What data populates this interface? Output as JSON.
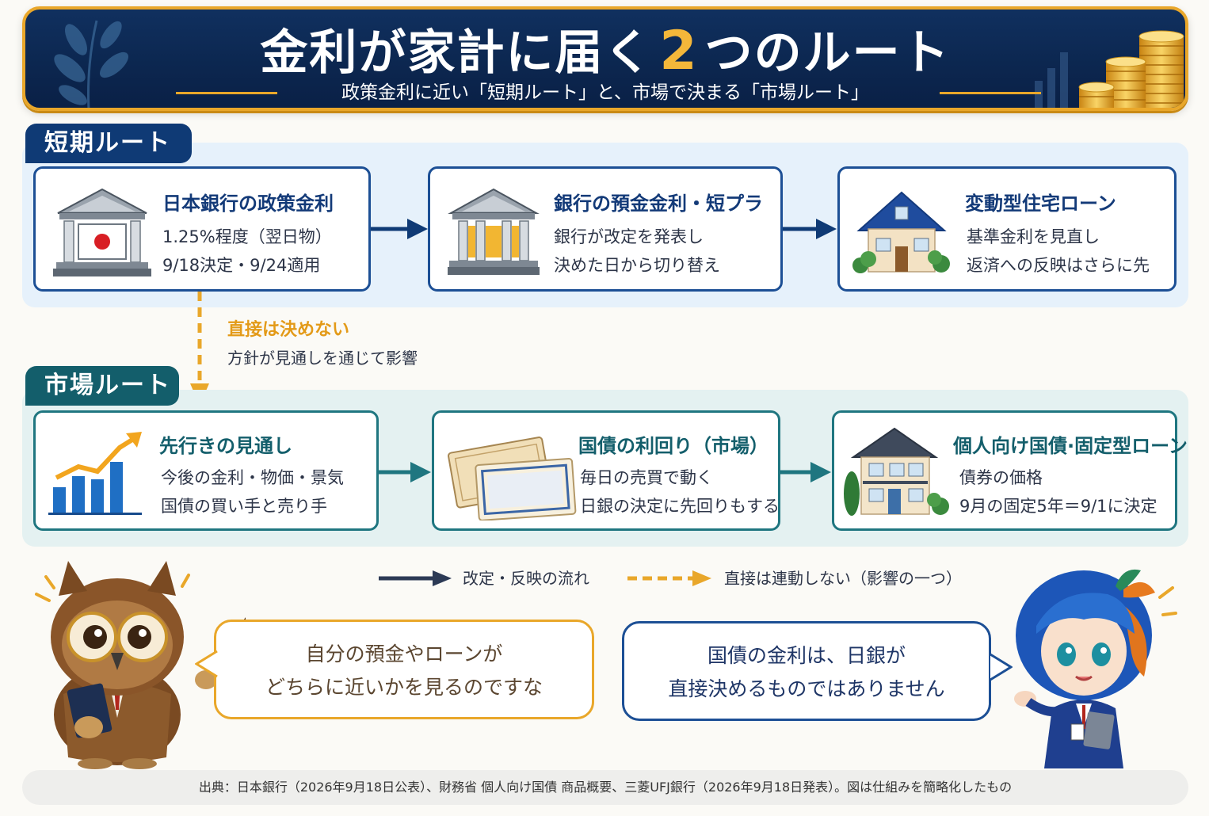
{
  "header": {
    "title_pre": "金利が家計に届く",
    "title_num": "2",
    "title_post": "つのルート",
    "subtitle": "政策金利に近い「短期ルート」と、市場で決まる「市場ルート」"
  },
  "short_route": {
    "label": "短期ルート",
    "cards": [
      {
        "title": "日本銀行の政策金利",
        "lines": [
          "1.25%程度（翌日物）",
          "9/18決定・9/24適用"
        ],
        "icon": "bank-japan-icon"
      },
      {
        "title": "銀行の預金金利・短プラ",
        "lines": [
          "銀行が改定を発表し",
          "決めた日から切り替え"
        ],
        "icon": "bank-icon"
      },
      {
        "title": "変動型住宅ローン",
        "lines": [
          "基準金利を見直し",
          "返済への反映はさらに先"
        ],
        "icon": "house-icon"
      }
    ]
  },
  "note": {
    "title": "直接は決めない",
    "text": "方針が見通しを通じて影響"
  },
  "market_route": {
    "label": "市場ルート",
    "cards": [
      {
        "title": "先行きの見通し",
        "lines": [
          "今後の金利・物価・景気",
          "国債の買い手と売り手"
        ],
        "icon": "growth-chart-icon"
      },
      {
        "title": "国債の利回り（市場）",
        "lines": [
          "毎日の売買で動く",
          "日銀の決定に先回りもする"
        ],
        "icon": "bond-certificate-icon"
      },
      {
        "title": "個人向け国債·固定型ローン",
        "lines": [
          "債券の価格",
          "9月の固定5年＝9/1に決定"
        ],
        "icon": "two-story-house-icon"
      }
    ]
  },
  "legend": {
    "solid": "改定・反映の流れ",
    "dashed": "直接は連動しない（影響の一つ）"
  },
  "bubbles": {
    "owl": [
      "自分の預金やローンが",
      "どちらに近いかを見るのですな"
    ],
    "girl": [
      "国債の金利は、日銀が",
      "直接決めるものではありません"
    ]
  },
  "footer": "出典：日本銀行（2026年9月18日公表）、財務省 個人向け国債 商品概要、三菱UFJ銀行（2026年9月18日発表）。図は仕組みを簡略化したもの",
  "colors": {
    "navy": "#0f3a75",
    "teal": "#135e6b",
    "gold": "#e9a72a",
    "dash_orange": "#e39a18"
  }
}
